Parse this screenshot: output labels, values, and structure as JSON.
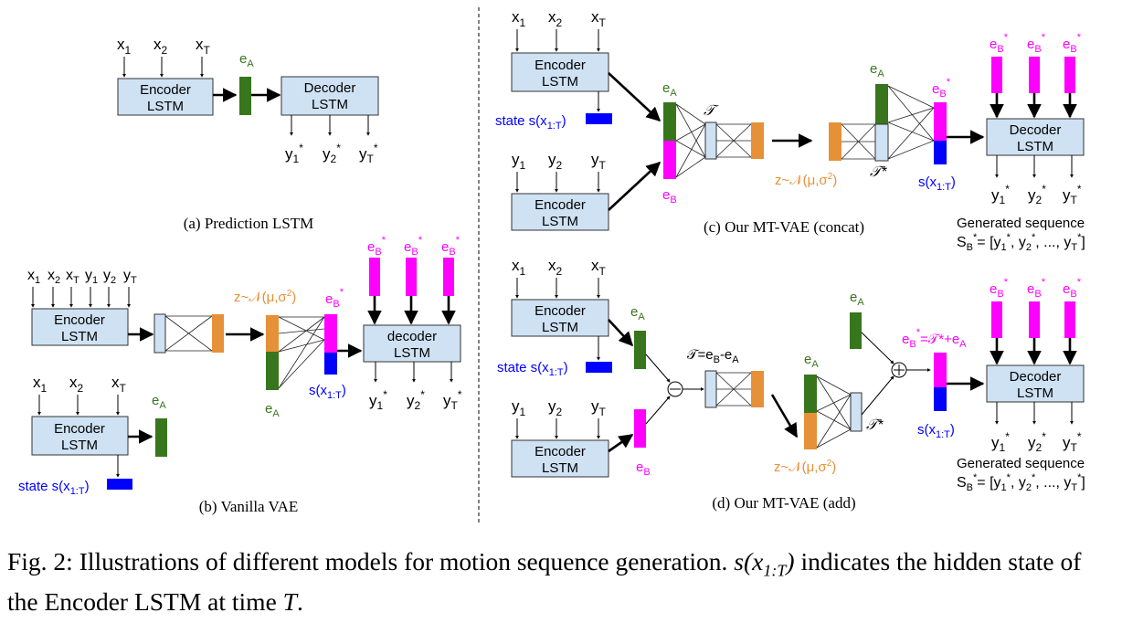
{
  "colors": {
    "encoding_a": "#38761d",
    "encoding_b": "#ff00ff",
    "latent": "#e69138",
    "state": "#0000ff",
    "box_fill": "#cfe2f3",
    "orange_text": "#e69138"
  },
  "common": {
    "encoder": [
      "Encoder",
      "LSTM"
    ],
    "decoder": [
      "Decoder",
      "LSTM"
    ],
    "decoder_lower": [
      "decoder",
      "LSTM"
    ],
    "x1": "x",
    "x2": "x",
    "xT": "x",
    "sub1": "1",
    "sub2": "2",
    "subT": "T",
    "y": "y",
    "star": "*",
    "eA": "e",
    "eB": "e",
    "subA": "A",
    "subB": "B",
    "state_label": "state s(x",
    "state_sub": "1:T",
    "paren": ")",
    "s_label": "s(x",
    "z_label": "z~𝒩(μ,σ",
    "z_sup": "2",
    "T_script": "𝒯",
    "T_star": "𝒯*",
    "generated": "Generated sequence",
    "seq_label": "S",
    "seq_body": "= [y",
    "seq_comma": ",",
    "seq_ellipsis": "..., y",
    "seq_end": "]",
    "T_diff": "𝒯=e",
    "T_diff_mid": "-e",
    "eB_sum_left": "e",
    "eB_sum_right": "=𝒯*+e"
  },
  "panels": {
    "a": "(a) Prediction LSTM",
    "b": "(b) Vanilla VAE",
    "c": "(c) Our MT-VAE (concat)",
    "d": "(d) Our MT-VAE (add)"
  },
  "caption": {
    "prefix": "Fig. 2: Illustrations of different models for motion sequence generation.",
    "math1": "s(x",
    "math1_sub": "1:T",
    "math1_end": ")",
    "mid": "indicates the hidden state of the Encoder LSTM at time",
    "math2": "T",
    "end": "."
  }
}
